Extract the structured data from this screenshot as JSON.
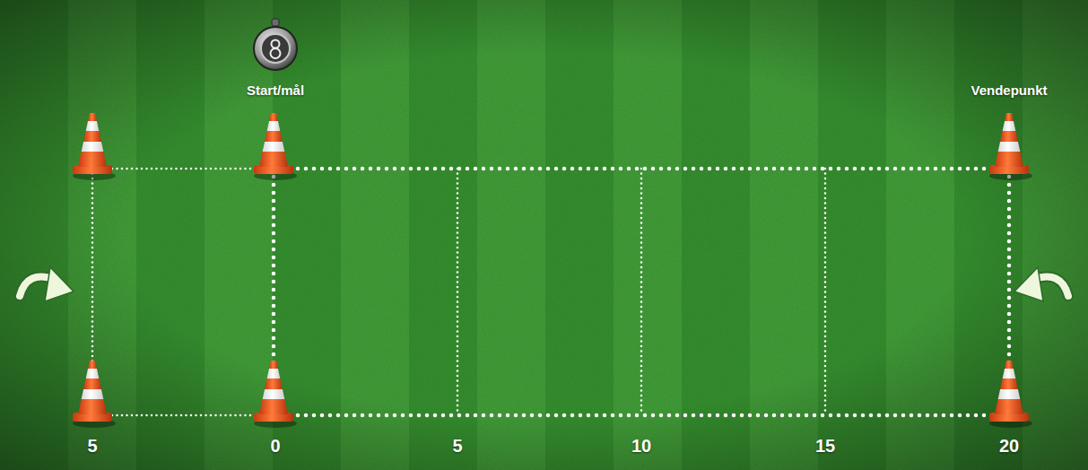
{
  "diagram": {
    "labels": [
      "Start/mål",
      "Vendepunkt",
      "5",
      "0",
      "5",
      "10",
      "15",
      "20"
    ]
  }
}
